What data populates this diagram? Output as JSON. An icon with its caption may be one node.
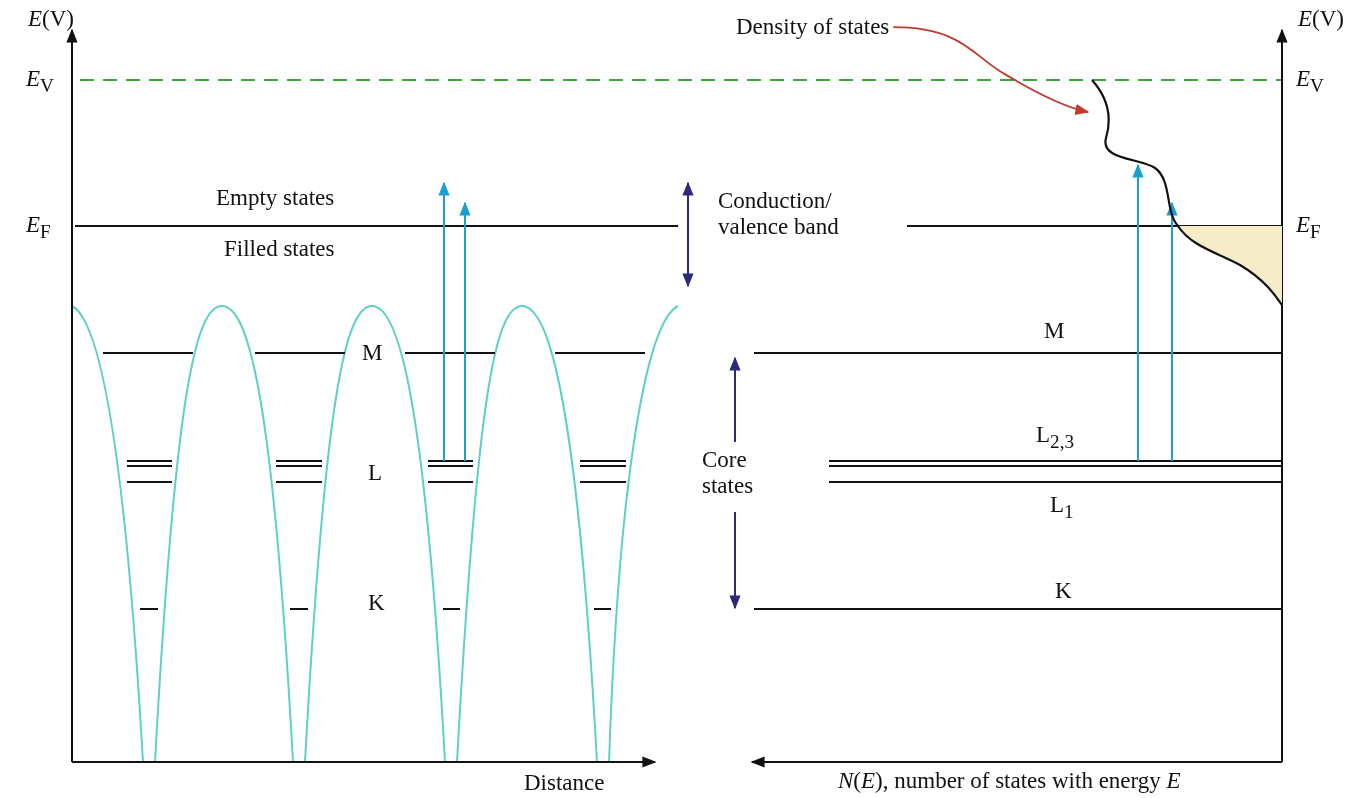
{
  "diagram": {
    "nodes": [
      {
        "text": [
          "Density of states"
        ]
      },
      {
        "text": [],
        "shape": "curve"
      }
    ],
    "edges": [
      {
        "from": 0,
        "to": 1,
        "arrow": "to"
      }
    ],
    "labels": [
      "*E*(V)",
      "*E*(V)",
      "*E*$_{V}$",
      "*E*$_{V}$",
      "Empty states",
      "*E*$_{F}$",
      "Conduction/ valence band",
      "*E*$_{F}$",
      "Filled states",
      "M",
      "M",
      "L$_{2,3}$",
      "L",
      "Core states",
      "L$_{1}$",
      "K",
      "K",
      "Distance",
      "*N*(*E*), number of states with energy *E*"
    ]
  }
}
